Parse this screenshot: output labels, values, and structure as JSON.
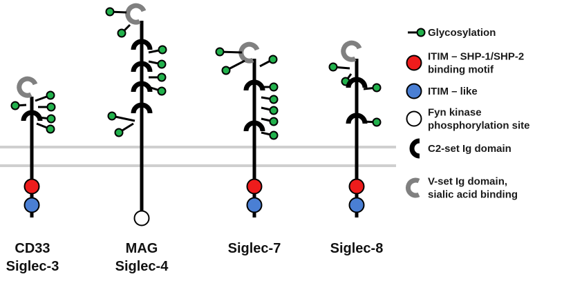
{
  "colors": {
    "stroke": "#000000",
    "glyco_fill": "#22b14c",
    "itim_fill": "#ee1c1c",
    "itim_like_fill": "#4a7fd4",
    "fyn_fill": "#ffffff",
    "vset": "#808080",
    "membrane": "#cfcfcf"
  },
  "legend": [
    {
      "icon": "glycosylation-icon",
      "lines": [
        "Glycosylation"
      ]
    },
    {
      "icon": "itim-icon",
      "lines": [
        "ITIM – SHP-1/SHP-2",
        "binding motif"
      ]
    },
    {
      "icon": "itim-like-icon",
      "lines": [
        "ITIM – like"
      ]
    },
    {
      "icon": "fyn-kinase-icon",
      "lines": [
        "Fyn kinase",
        "phosphorylation site"
      ]
    },
    {
      "icon": "c2-set-ig-domain-icon",
      "lines": [
        "C2-set Ig domain"
      ]
    },
    {
      "icon": "v-set-ig-domain-icon",
      "lines": [
        "V-set Ig domain,",
        "sialic acid binding"
      ]
    }
  ],
  "proteins": [
    {
      "id": "cd33",
      "name": "CD33",
      "alias": "Siglec-3",
      "c2_domains": 1,
      "cytoplasmic": [
        "itim",
        "itim-like"
      ]
    },
    {
      "id": "mag",
      "name": "MAG",
      "alias": "Siglec-4",
      "c2_domains": 4,
      "cytoplasmic": [
        "fyn"
      ]
    },
    {
      "id": "siglec7",
      "name": "Siglec-7",
      "alias": "",
      "c2_domains": 2,
      "cytoplasmic": [
        "itim",
        "itim-like"
      ]
    },
    {
      "id": "siglec8",
      "name": "Siglec-8",
      "alias": "",
      "c2_domains": 2,
      "cytoplasmic": [
        "itim",
        "itim-like"
      ]
    }
  ]
}
